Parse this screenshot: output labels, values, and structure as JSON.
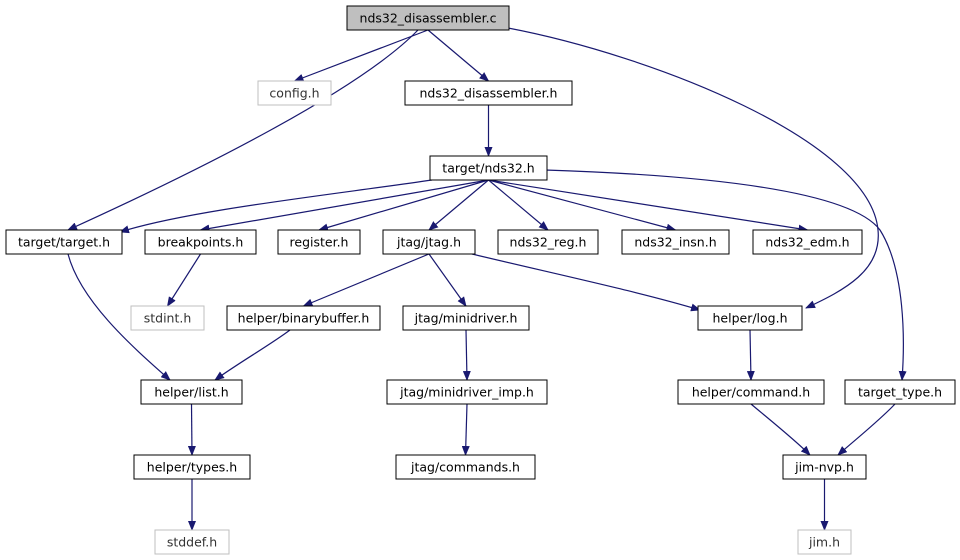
{
  "colors": {
    "edge": "#191970",
    "border_normal": "#000000",
    "border_missing": "#bfbfbf",
    "fill_root": "#bfbfbf",
    "fill_normal": "#ffffff"
  },
  "nodes": [
    {
      "id": "nds32_disassembler_c",
      "label": "nds32_disassembler.c",
      "kind": "root"
    },
    {
      "id": "config_h",
      "label": "config.h",
      "kind": "missing"
    },
    {
      "id": "nds32_disassembler_h",
      "label": "nds32_disassembler.h",
      "kind": "normal"
    },
    {
      "id": "target_nds32_h",
      "label": "target/nds32.h",
      "kind": "normal"
    },
    {
      "id": "target_target_h",
      "label": "target/target.h",
      "kind": "normal"
    },
    {
      "id": "breakpoints_h",
      "label": "breakpoints.h",
      "kind": "normal"
    },
    {
      "id": "register_h",
      "label": "register.h",
      "kind": "normal"
    },
    {
      "id": "jtag_jtag_h",
      "label": "jtag/jtag.h",
      "kind": "normal"
    },
    {
      "id": "nds32_reg_h",
      "label": "nds32_reg.h",
      "kind": "normal"
    },
    {
      "id": "nds32_insn_h",
      "label": "nds32_insn.h",
      "kind": "normal"
    },
    {
      "id": "nds32_edm_h",
      "label": "nds32_edm.h",
      "kind": "normal"
    },
    {
      "id": "stdint_h",
      "label": "stdint.h",
      "kind": "missing"
    },
    {
      "id": "helper_binarybuffer_h",
      "label": "helper/binarybuffer.h",
      "kind": "normal"
    },
    {
      "id": "jtag_minidriver_h",
      "label": "jtag/minidriver.h",
      "kind": "normal"
    },
    {
      "id": "helper_log_h",
      "label": "helper/log.h",
      "kind": "normal"
    },
    {
      "id": "helper_list_h",
      "label": "helper/list.h",
      "kind": "normal"
    },
    {
      "id": "jtag_minidriver_imp_h",
      "label": "jtag/minidriver_imp.h",
      "kind": "normal"
    },
    {
      "id": "helper_command_h",
      "label": "helper/command.h",
      "kind": "normal"
    },
    {
      "id": "target_type_h",
      "label": "target_type.h",
      "kind": "normal"
    },
    {
      "id": "helper_types_h",
      "label": "helper/types.h",
      "kind": "normal"
    },
    {
      "id": "jtag_commands_h",
      "label": "jtag/commands.h",
      "kind": "normal"
    },
    {
      "id": "jim_nvp_h",
      "label": "jim-nvp.h",
      "kind": "normal"
    },
    {
      "id": "stddef_h",
      "label": "stddef.h",
      "kind": "missing"
    },
    {
      "id": "jim_h",
      "label": "jim.h",
      "kind": "missing"
    }
  ],
  "edges": [
    {
      "from": "nds32_disassembler_c",
      "to": "config_h"
    },
    {
      "from": "nds32_disassembler_c",
      "to": "nds32_disassembler_h"
    },
    {
      "from": "nds32_disassembler_c",
      "to": "target_target_h"
    },
    {
      "from": "nds32_disassembler_c",
      "to": "helper_log_h"
    },
    {
      "from": "nds32_disassembler_h",
      "to": "target_nds32_h"
    },
    {
      "from": "target_nds32_h",
      "to": "target_target_h"
    },
    {
      "from": "target_nds32_h",
      "to": "breakpoints_h"
    },
    {
      "from": "target_nds32_h",
      "to": "register_h"
    },
    {
      "from": "target_nds32_h",
      "to": "jtag_jtag_h"
    },
    {
      "from": "target_nds32_h",
      "to": "nds32_reg_h"
    },
    {
      "from": "target_nds32_h",
      "to": "nds32_insn_h"
    },
    {
      "from": "target_nds32_h",
      "to": "nds32_edm_h"
    },
    {
      "from": "target_nds32_h",
      "to": "target_type_h"
    },
    {
      "from": "target_target_h",
      "to": "helper_list_h"
    },
    {
      "from": "breakpoints_h",
      "to": "stdint_h"
    },
    {
      "from": "jtag_jtag_h",
      "to": "helper_binarybuffer_h"
    },
    {
      "from": "jtag_jtag_h",
      "to": "jtag_minidriver_h"
    },
    {
      "from": "jtag_jtag_h",
      "to": "helper_log_h"
    },
    {
      "from": "helper_binarybuffer_h",
      "to": "helper_list_h"
    },
    {
      "from": "jtag_minidriver_h",
      "to": "jtag_minidriver_imp_h"
    },
    {
      "from": "jtag_minidriver_imp_h",
      "to": "jtag_commands_h"
    },
    {
      "from": "helper_log_h",
      "to": "helper_command_h"
    },
    {
      "from": "helper_command_h",
      "to": "jim_nvp_h"
    },
    {
      "from": "target_type_h",
      "to": "jim_nvp_h"
    },
    {
      "from": "helper_list_h",
      "to": "helper_types_h"
    },
    {
      "from": "helper_types_h",
      "to": "stddef_h"
    },
    {
      "from": "jim_nvp_h",
      "to": "jim_h"
    }
  ]
}
